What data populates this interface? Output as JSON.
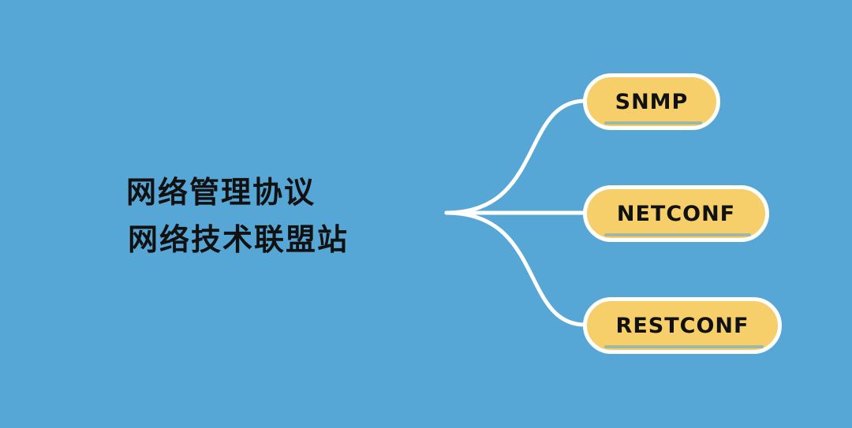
{
  "diagram": {
    "root": {
      "lines": [
        "网络管理协议",
        "网络技术联盟站"
      ]
    },
    "branches": [
      {
        "label": "SNMP"
      },
      {
        "label": "NETCONF"
      },
      {
        "label": "RESTCONF"
      }
    ]
  },
  "colors": {
    "background": "#56a6d6",
    "node_fill": "#f6cf6a",
    "node_border": "#ffffff",
    "connector": "#ffffff",
    "text": "#111111"
  }
}
